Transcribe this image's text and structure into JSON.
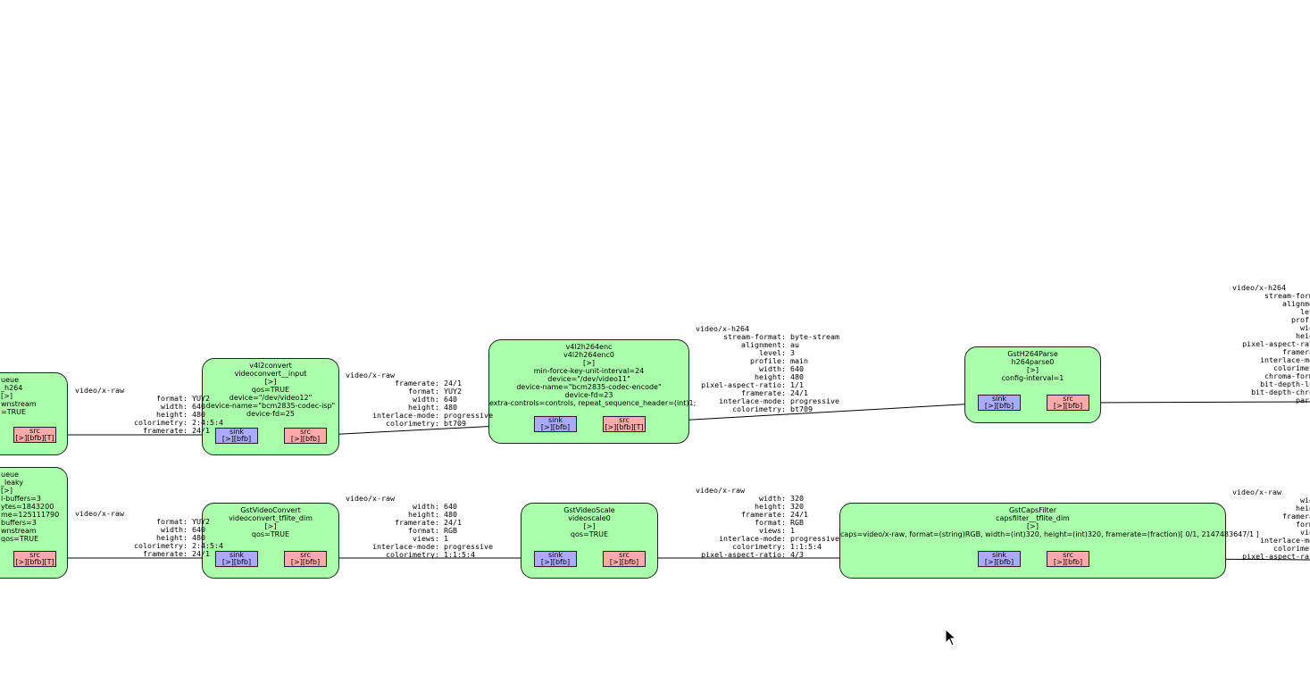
{
  "nodes": {
    "queue_h264": {
      "lines": [
        "ueue",
        "_h264",
        "[>]",
        "wnstream",
        "=TRUE"
      ],
      "src": [
        "src",
        "[>][bfb][T]"
      ]
    },
    "v4l2convert": {
      "lines": [
        "v4l2convert",
        "videoconvert__input",
        "[>]",
        "qos=TRUE",
        "device=\"/dev/video12\"",
        "device-name=\"bcm2835-codec-isp\"",
        "device-fd=25"
      ],
      "sink": [
        "sink",
        "[>][bfb]"
      ],
      "src": [
        "src",
        "[>][bfb]"
      ]
    },
    "v4l2h264enc": {
      "lines": [
        "v4l2h264enc",
        "v4l2h264enc0",
        "[>]",
        "min-force-key-unit-interval=24",
        "device=\"/dev/video11\"",
        "device-name=\"bcm2835-codec-encode\"",
        "device-fd=23",
        "extra-controls=controls, repeat_sequence_header=(int)1;"
      ],
      "sink": [
        "sink",
        "[>][bfb]"
      ],
      "src": [
        "src",
        "[>][bfb][T]"
      ]
    },
    "h264parse": {
      "lines": [
        "GstH264Parse",
        "h264parse0",
        "[>]",
        "config-interval=1"
      ],
      "sink": [
        "sink",
        "[>][bfb]"
      ],
      "src": [
        "src",
        "[>][bfb]"
      ]
    },
    "queue_leaky": {
      "lines": [
        "ueue",
        "_leaky",
        "[>]",
        "l-buffers=3",
        "ytes=1843200",
        "me=125111790",
        "buffers=3",
        "wnstream",
        "qos=TRUE"
      ],
      "src": [
        "src",
        "[>][bfb][T]"
      ]
    },
    "videoconvert": {
      "lines": [
        "GstVideoConvert",
        "videoconvert_tflite_dim",
        "[>]",
        "qos=TRUE"
      ],
      "sink": [
        "sink",
        "[>][bfb]"
      ],
      "src": [
        "src",
        "[>][bfb]"
      ]
    },
    "videoscale": {
      "lines": [
        "GstVideoScale",
        "videoscale0",
        "[>]",
        "qos=TRUE"
      ],
      "sink": [
        "sink",
        "[>][bfb]"
      ],
      "src": [
        "src",
        "[>][bfb]"
      ]
    },
    "capsfilter": {
      "lines": [
        "GstCapsFilter",
        "capsfilter__tflite_dim",
        "[>]",
        "caps=video/x-raw, format=(string)RGB, width=(int)320, height=(int)320, framerate=(fraction)[ 0/1, 2147483647/1 ]"
      ],
      "sink": [
        "sink",
        "[>][bfb]"
      ],
      "src": [
        "src",
        "[>][bfb]"
      ]
    }
  },
  "captions": {
    "c1": {
      "title": "video/x-raw",
      "rows": [
        [
          "format:",
          "YUY2"
        ],
        [
          "width:",
          "640"
        ],
        [
          "height:",
          "480"
        ],
        [
          "colorimetry:",
          "2:4:5:4"
        ],
        [
          "framerate:",
          "24/1"
        ]
      ]
    },
    "c2": {
      "title": "video/x-raw",
      "rows": [
        [
          "framerate:",
          "24/1"
        ],
        [
          "format:",
          "YUY2"
        ],
        [
          "width:",
          "640"
        ],
        [
          "height:",
          "480"
        ],
        [
          "interlace-mode:",
          "progressive"
        ],
        [
          "colorimetry:",
          "bt709"
        ]
      ]
    },
    "c3": {
      "title": "video/x-h264",
      "rows": [
        [
          "stream-format:",
          "byte-stream"
        ],
        [
          "alignment:",
          "au"
        ],
        [
          "level:",
          "3"
        ],
        [
          "profile:",
          "main"
        ],
        [
          "width:",
          "640"
        ],
        [
          "height:",
          "480"
        ],
        [
          "pixel-aspect-ratio:",
          "1/1"
        ],
        [
          "framerate:",
          "24/1"
        ],
        [
          "interlace-mode:",
          "progressive"
        ],
        [
          "colorimetry:",
          "bt709"
        ]
      ]
    },
    "c4": {
      "title": "video/x-h264",
      "rows": [
        [
          "stream-forma",
          ""
        ],
        [
          "alignmen",
          ""
        ],
        [
          "leve",
          ""
        ],
        [
          "profil",
          ""
        ],
        [
          "widt",
          ""
        ],
        [
          "heigh",
          ""
        ],
        [
          "pixel-aspect-rati",
          ""
        ],
        [
          "framerat",
          ""
        ],
        [
          "interlace-mod",
          ""
        ],
        [
          "colorimetr",
          ""
        ],
        [
          "chroma-forma",
          ""
        ],
        [
          "bit-depth-lum",
          ""
        ],
        [
          "bit-depth-chrom",
          ""
        ],
        [
          "parse",
          ""
        ]
      ]
    },
    "c5": {
      "title": "video/x-raw",
      "rows": [
        [
          "format:",
          "YUY2"
        ],
        [
          "width:",
          "640"
        ],
        [
          "height:",
          "480"
        ],
        [
          "colorimetry:",
          "2:4:5:4"
        ],
        [
          "framerate:",
          "24/1"
        ]
      ]
    },
    "c6": {
      "title": "video/x-raw",
      "rows": [
        [
          "width:",
          "640"
        ],
        [
          "height:",
          "480"
        ],
        [
          "framerate:",
          "24/1"
        ],
        [
          "format:",
          "RGB"
        ],
        [
          "views:",
          "1"
        ],
        [
          "interlace-mode:",
          "progressive"
        ],
        [
          "colorimetry:",
          "1:1:5:4"
        ]
      ]
    },
    "c7": {
      "title": "video/x-raw",
      "rows": [
        [
          "width:",
          "320"
        ],
        [
          "height:",
          "320"
        ],
        [
          "framerate:",
          "24/1"
        ],
        [
          "format:",
          "RGB"
        ],
        [
          "views:",
          "1"
        ],
        [
          "interlace-mode:",
          "progressive"
        ],
        [
          "colorimetry:",
          "1:1:5:4"
        ],
        [
          "pixel-aspect-ratio:",
          "4/3"
        ]
      ]
    },
    "c8": {
      "title": "video/x-raw",
      "rows": [
        [
          "widt",
          ""
        ],
        [
          "heigh",
          ""
        ],
        [
          "framerat",
          ""
        ],
        [
          "forma",
          ""
        ],
        [
          "view",
          ""
        ],
        [
          "interlace-mod",
          ""
        ],
        [
          "colorimetr",
          ""
        ],
        [
          "pixel-aspect-rati",
          ""
        ]
      ]
    }
  }
}
